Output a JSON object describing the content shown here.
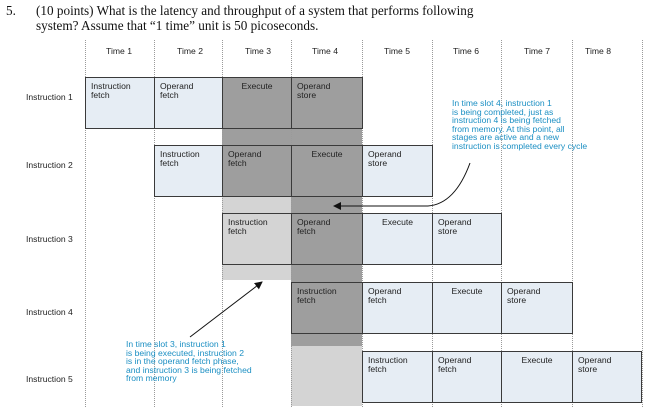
{
  "question": {
    "number": "5.",
    "line1": "(10 points) What is the latency and throughput of a system that performs following",
    "line2": "system? Assume that “1 time” unit is 50 picoseconds."
  },
  "times": [
    "Time 1",
    "Time 2",
    "Time 3",
    "Time 4",
    "Time 5",
    "Time 6",
    "Time 7",
    "Time 8"
  ],
  "instructions": [
    "Instruction 1",
    "Instruction 2",
    "Instruction 3",
    "Instruction 4",
    "Instruction 5"
  ],
  "stages": {
    "fetch": [
      "Instruction",
      "fetch"
    ],
    "operand_fetch": [
      "Operand",
      "fetch"
    ],
    "execute": [
      "Execute"
    ],
    "operand_store": [
      "Operand",
      "store"
    ]
  },
  "annotations": {
    "right": [
      "In time slot 4, instruction 1",
      "is being completed, just as",
      "instruction 4 is being fetched",
      "from memory. At this point, all",
      "stages are active and a new",
      "instruction is completed every cycle"
    ],
    "left": [
      "In time slot 3, instruction 1",
      "is being executed, instruction 2",
      "is in the operand fetch phase,",
      "and instruction 3 is being fetched",
      "from memory"
    ]
  },
  "colors": {
    "cell_fill": "#e6edf4",
    "cell_border": "#3a3a3a",
    "highlight_band": "#d4d4d4",
    "highlight_active": "#9e9e9e",
    "annotation_text": "#1b8fc3"
  }
}
